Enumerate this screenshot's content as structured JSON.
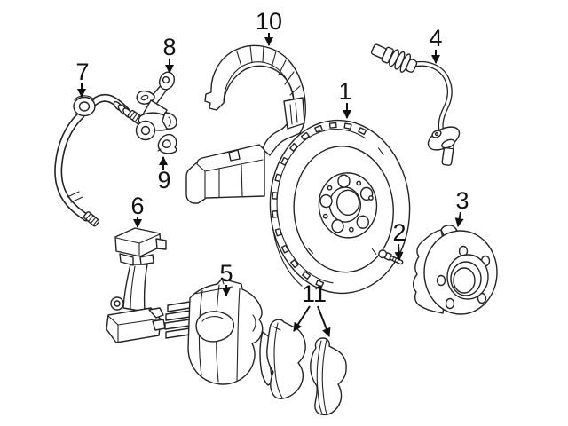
{
  "diagram": {
    "type": "exploded-parts-diagram",
    "background": "#ffffff",
    "line_color": "#232323",
    "label_color": "#111111",
    "callouts": [
      {
        "label": "1"
      },
      {
        "label": "2"
      },
      {
        "label": "3"
      },
      {
        "label": "4"
      },
      {
        "label": "5"
      },
      {
        "label": "6"
      },
      {
        "label": "7"
      },
      {
        "label": "8"
      },
      {
        "label": "9"
      },
      {
        "label": "10"
      },
      {
        "label": "11"
      }
    ]
  }
}
